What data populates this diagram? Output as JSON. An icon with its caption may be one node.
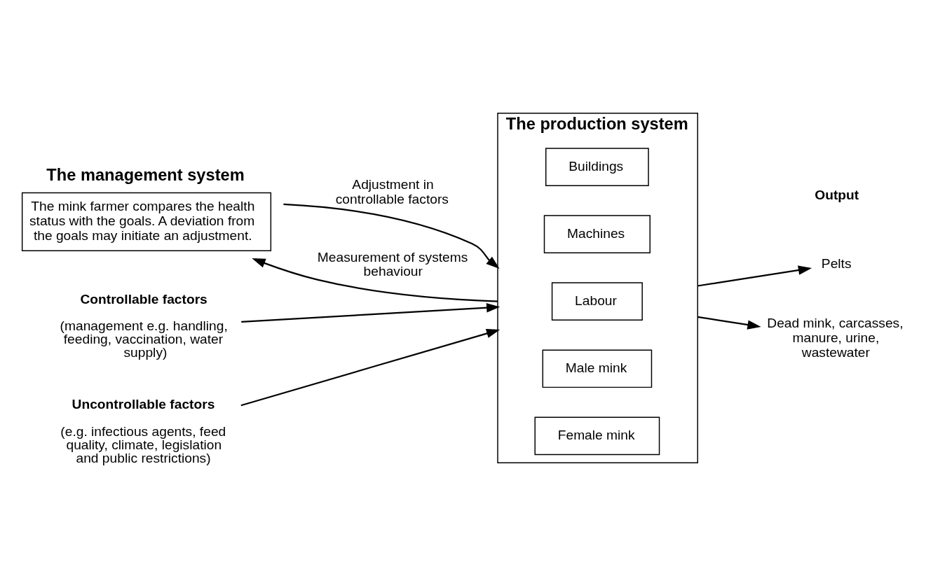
{
  "diagram": {
    "nodes": [
      {
        "text": [
          "The management system",
          "The mink farmer compares the health status with the goals. A deviation from the goals may initiate an adjustment."
        ]
      },
      {
        "text": [
          "Controllable factors",
          "(management e.g. handling, feeding, vaccination, water supply)"
        ]
      },
      {
        "text": [
          "Uncontrollable factors",
          "(e.g. infectious agents, feed quality, climate, legislation and public restrictions)"
        ]
      },
      {
        "text": [
          "The production system"
        ]
      },
      {
        "text": [
          "Buildings"
        ],
        "in": 3
      },
      {
        "text": [
          "Machines"
        ],
        "in": 3
      },
      {
        "text": [
          "Labour"
        ],
        "in": 3
      },
      {
        "text": [
          "Male mink"
        ],
        "in": 3
      },
      {
        "text": [
          "Female mink"
        ],
        "in": 3
      },
      {
        "text": [
          "Pelts"
        ]
      },
      {
        "text": [
          "Dead mink, carcasses, manure, urine, wastewater"
        ]
      }
    ],
    "edges": [
      {
        "from": 0,
        "to": 3,
        "arrow": "to",
        "label": "Adjustment in controllable factors"
      },
      {
        "from": 1,
        "to": 3,
        "arrow": "to"
      },
      {
        "from": 2,
        "to": 3,
        "arrow": "to"
      },
      {
        "from": 3,
        "to": 0,
        "arrow": "to",
        "label": "Measurement of systems behaviour"
      },
      {
        "from": 3,
        "to": 9,
        "arrow": "to"
      },
      {
        "from": 3,
        "to": 10,
        "arrow": "to"
      }
    ],
    "labels": [
      "Output"
    ]
  }
}
